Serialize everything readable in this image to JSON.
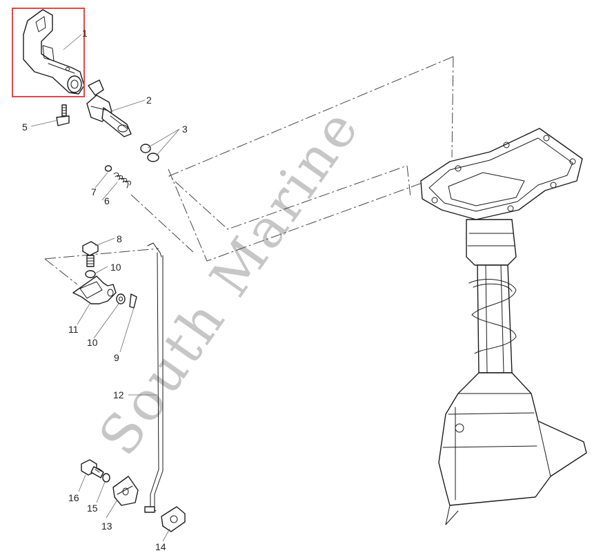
{
  "watermark": "South Marine",
  "highlight_color": "#e0484c",
  "parts": [
    {
      "id": "part-1",
      "label": "1"
    },
    {
      "id": "part-2",
      "label": "2"
    },
    {
      "id": "part-3",
      "label": "3"
    },
    {
      "id": "part-5",
      "label": "5"
    },
    {
      "id": "part-6",
      "label": "6"
    },
    {
      "id": "part-7",
      "label": "7"
    },
    {
      "id": "part-8",
      "label": "8"
    },
    {
      "id": "part-9",
      "label": "9"
    },
    {
      "id": "part-10a",
      "label": "10"
    },
    {
      "id": "part-10b",
      "label": "10"
    },
    {
      "id": "part-11",
      "label": "11"
    },
    {
      "id": "part-12",
      "label": "12"
    },
    {
      "id": "part-13",
      "label": "13"
    },
    {
      "id": "part-14",
      "label": "14"
    },
    {
      "id": "part-15",
      "label": "15"
    },
    {
      "id": "part-16",
      "label": "16"
    }
  ],
  "selected_part": "1"
}
